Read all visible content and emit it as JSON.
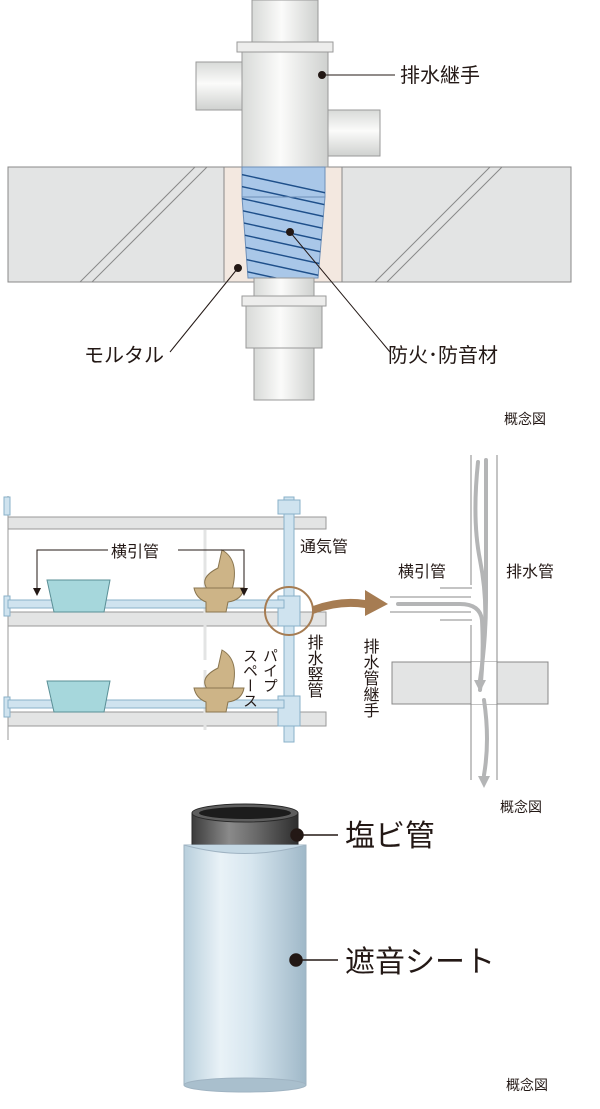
{
  "labels": {
    "joint": "排水継手",
    "mortar": "モルタル",
    "fireproof": "防火･防音材",
    "concept": "概念図",
    "horizontal": "横引管",
    "vent": "通気管",
    "pipe_space_1": "パイプ",
    "pipe_space_2": "スペース",
    "riser": "排水竪管",
    "drain": "排水管",
    "drain_joint": "排水管継手",
    "pvc": "塩ビ管",
    "sound_sheet": "遮音シート"
  },
  "colors": {
    "slab": "#e3e4e4",
    "mortar": "#f3e8e0",
    "fireproof": "#a9c7e8",
    "pipe": "#f1f2f1",
    "pipe_light": "#cfe3ef",
    "brown_arrow": "#a67c52",
    "toilet": "#cdb487",
    "sink": "#a6d7dc",
    "flow": "#b4b5b6"
  }
}
